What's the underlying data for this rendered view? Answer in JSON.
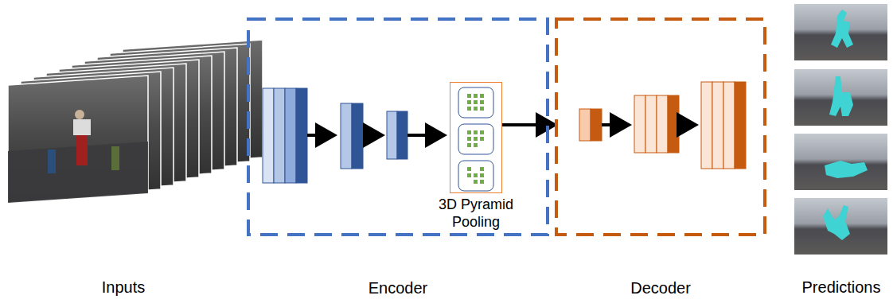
{
  "diagram": {
    "nodes": [
      {
        "text": [
          "Encoder"
        ]
      },
      {
        "text": [
          "3D Pyramid Pooling"
        ],
        "in": 0
      },
      {
        "text": [
          "Decoder"
        ]
      }
    ],
    "edges": [
      {
        "from": 1,
        "to": 2,
        "arrow": "to"
      }
    ],
    "labels": [
      "Inputs",
      "Predictions"
    ]
  }
}
